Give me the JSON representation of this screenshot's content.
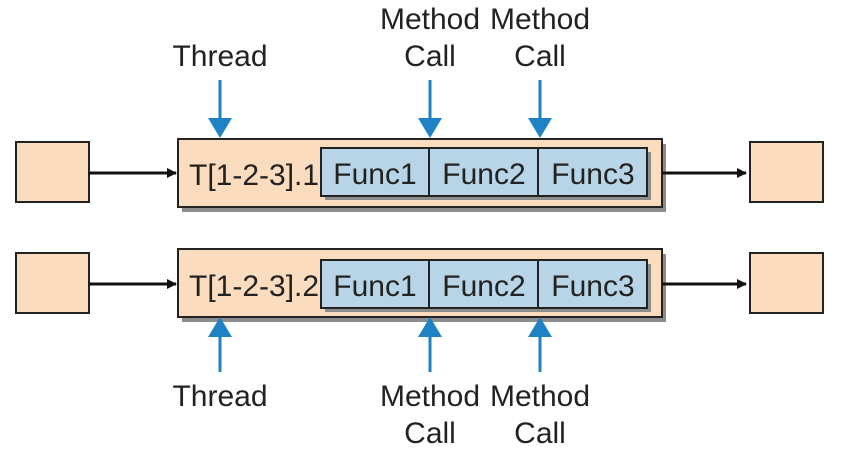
{
  "colors": {
    "box_fill": "#fbdcbf",
    "func_fill": "#b7d5e6",
    "stroke": "#222222",
    "arrow_blue": "#1f82c4",
    "shadow": "#8c8c8c"
  },
  "rows": [
    {
      "thread_label": "T[1-2-3].1",
      "funcs": [
        "Func1",
        "Func2",
        "Func3"
      ],
      "annotations": {
        "thread": "Thread",
        "method_call_1": {
          "line1": "Method",
          "line2": "Call"
        },
        "method_call_2": {
          "line1": "Method",
          "line2": "Call"
        }
      }
    },
    {
      "thread_label": "T[1-2-3].2",
      "funcs": [
        "Func1",
        "Func2",
        "Func3"
      ],
      "annotations": {
        "thread": "Thread",
        "method_call_1": {
          "line1": "Method",
          "line2": "Call"
        },
        "method_call_2": {
          "line1": "Method",
          "line2": "Call"
        }
      }
    }
  ]
}
